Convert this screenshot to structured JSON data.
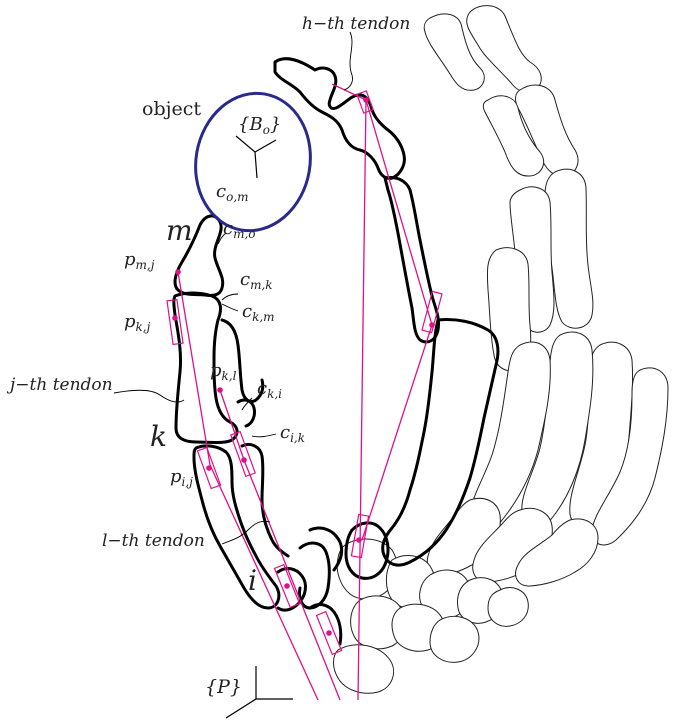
{
  "labels": {
    "h_tendon": "h−th tendon",
    "object": "object",
    "B_o": "{B",
    "B_o_sub": "o",
    "B_o_close": "}",
    "c_om": "c",
    "c_om_sub": "o,m",
    "m": "m",
    "c_mo": "c",
    "c_mo_sub": "m,o",
    "p_mj": "p",
    "p_mj_sub": "m,j",
    "c_mk": "c",
    "c_mk_sub": "m,k",
    "p_kj": "p",
    "p_kj_sub": "k,j",
    "c_km": "c",
    "c_km_sub": "k,m",
    "p_kl": "p",
    "p_kl_sub": "k,l",
    "c_ki": "c",
    "c_ki_sub": "k,i",
    "j_tendon": "j−th tendon",
    "k": "k",
    "c_ik": "c",
    "c_ik_sub": "i,k",
    "p_ij": "p",
    "p_ij_sub": "i,j",
    "l_tendon": "l−th tendon",
    "i": "i",
    "P": "{P",
    "P_close": "}"
  },
  "colors": {
    "tendon": "#e0108a",
    "object": "#2a2a8a",
    "bone_outline": "#000000"
  }
}
